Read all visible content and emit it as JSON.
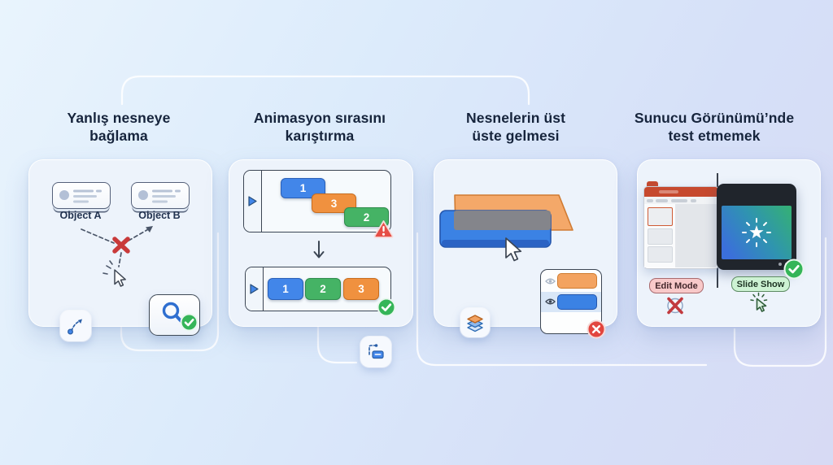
{
  "colors": {
    "background_top": "#e9f4fd",
    "background_bottom": "#d7daf4",
    "panel_fill": "#edf3fb",
    "accent_blue": "#4286e9",
    "accent_orange": "#f0913f",
    "accent_green": "#45b365",
    "alert_red": "#e2453e",
    "check_green": "#35b558",
    "title_text": "#16243c"
  },
  "panels": {
    "wrong_object": {
      "title_line1": "Yanlış nesneye",
      "title_line2": "bağlama",
      "object_a_label": "Object A",
      "object_b_label": "Object B"
    },
    "animation_order": {
      "title_line1": "Animasyon sırasını",
      "title_line2": "karıştırma",
      "wrong_sequence": [
        "1",
        "3",
        "2"
      ],
      "correct_sequence": [
        "1",
        "2",
        "3"
      ]
    },
    "overlapping_objects": {
      "title_line1": "Nesnelerin üst",
      "title_line2": "üste gelmesi"
    },
    "presenter_view": {
      "title_line1": "Sunucu Görünümü’nde",
      "title_line2": "test etmemek",
      "edit_mode_label": "Edit Mode",
      "slide_show_label": "Slide Show"
    }
  }
}
